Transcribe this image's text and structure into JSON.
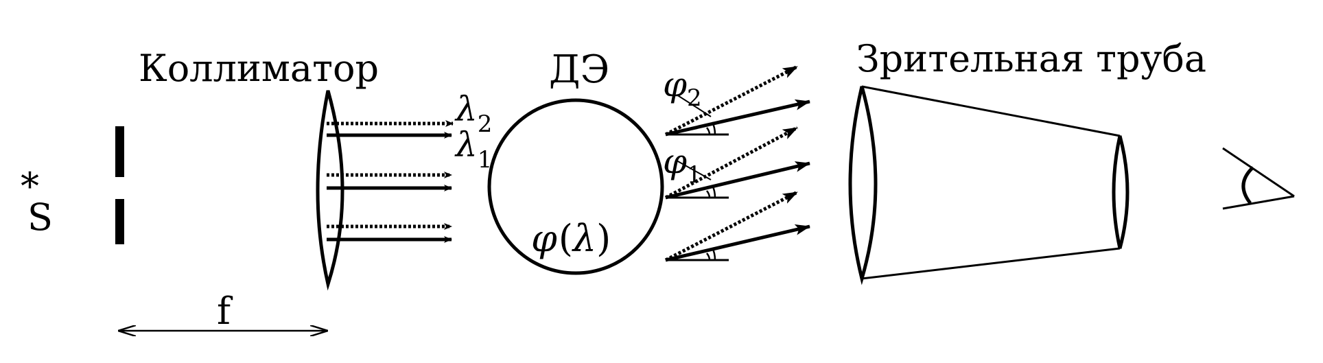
{
  "labels": {
    "source_star": "*",
    "source": "S",
    "collimator": "Коллиматор",
    "grating": "ДЭ",
    "telescope": "Зрительная труба",
    "focal_length": "f",
    "lambda_symbol": "λ",
    "lambda_2_sub": "2",
    "lambda_1_sub": "1",
    "phi_symbol": "φ",
    "phi_2_sub": "2",
    "phi_1_sub": "1",
    "dispersion_phi": "φ",
    "dispersion_open": "(",
    "dispersion_lambda": "λ",
    "dispersion_close": ")"
  },
  "colors": {
    "ink": "#000000",
    "background": "#ffffff"
  }
}
